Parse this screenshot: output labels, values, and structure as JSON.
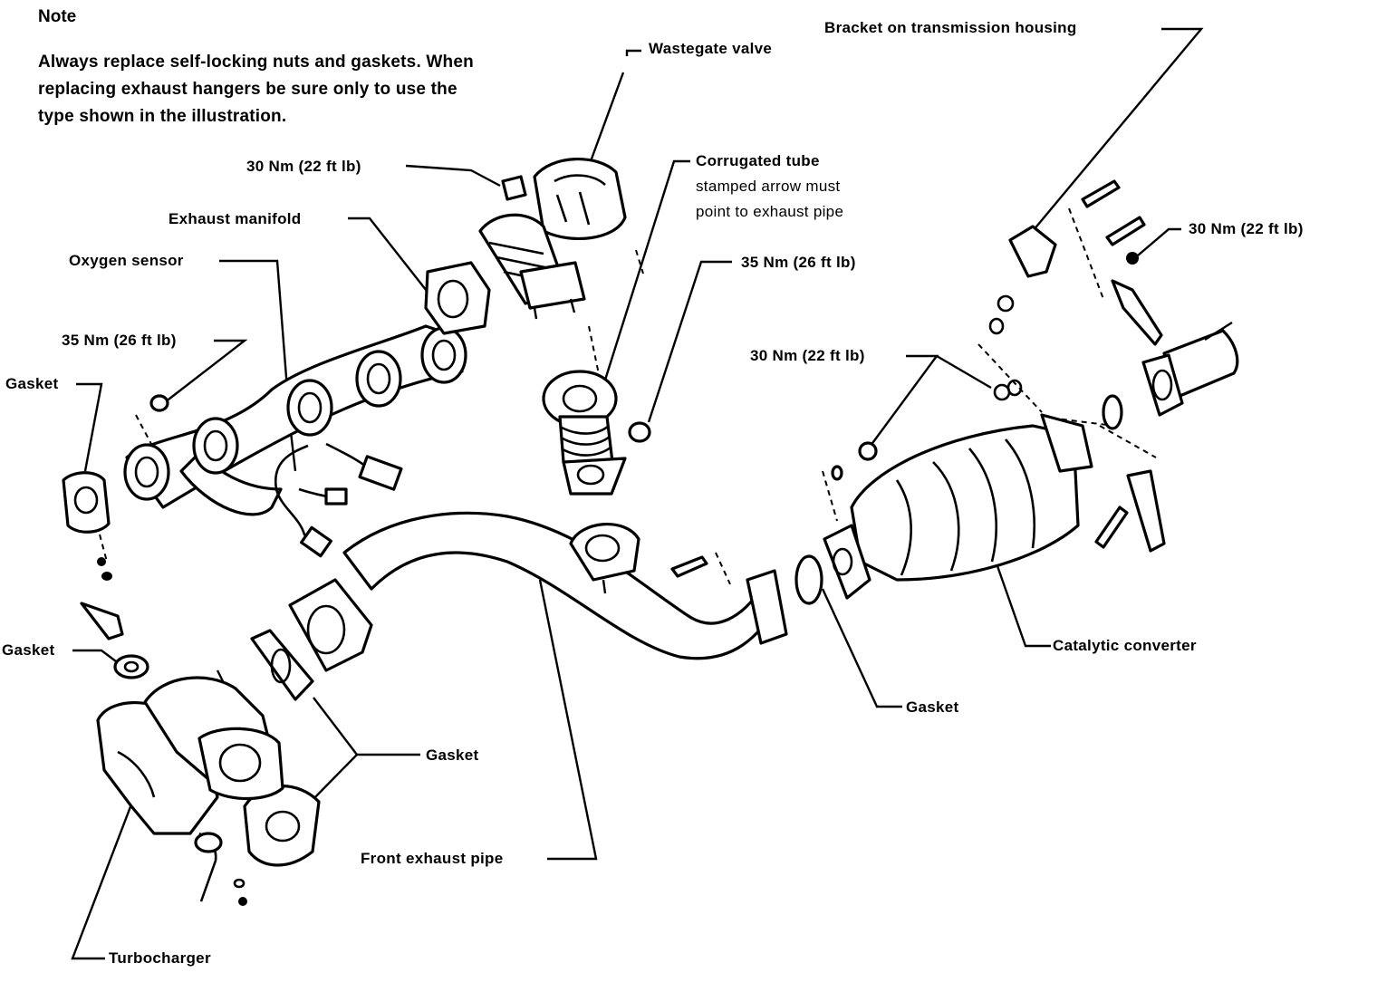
{
  "note": {
    "title": "Note",
    "lines": [
      "Always replace self-locking nuts and gaskets. When",
      "replacing exhaust hangers be sure only to use the",
      "type shown in the illustration."
    ]
  },
  "labels": {
    "wastegate_valve": "Wastegate valve",
    "bracket_transmission": "Bracket on transmission housing",
    "torque_30_top": "30 Nm (22 ft lb)",
    "corrugated_tube_1": "Corrugated tube",
    "corrugated_tube_2": "stamped arrow must",
    "corrugated_tube_3": "point to exhaust pipe",
    "exhaust_manifold": "Exhaust manifold",
    "oxygen_sensor": "Oxygen sensor",
    "torque_35_mid": "35 Nm (26 ft lb)",
    "torque_30_right": "30 Nm (22 ft lb)",
    "torque_35_left": "35 Nm (26 ft lb)",
    "torque_30_cat": "30 Nm (22 ft lb)",
    "gasket_left_top": "Gasket",
    "gasket_left_mid": "Gasket",
    "gasket_center": "Gasket",
    "gasket_right": "Gasket",
    "catalytic_converter": "Catalytic converter",
    "front_exhaust_pipe": "Front exhaust pipe",
    "turbocharger": "Turbocharger"
  }
}
